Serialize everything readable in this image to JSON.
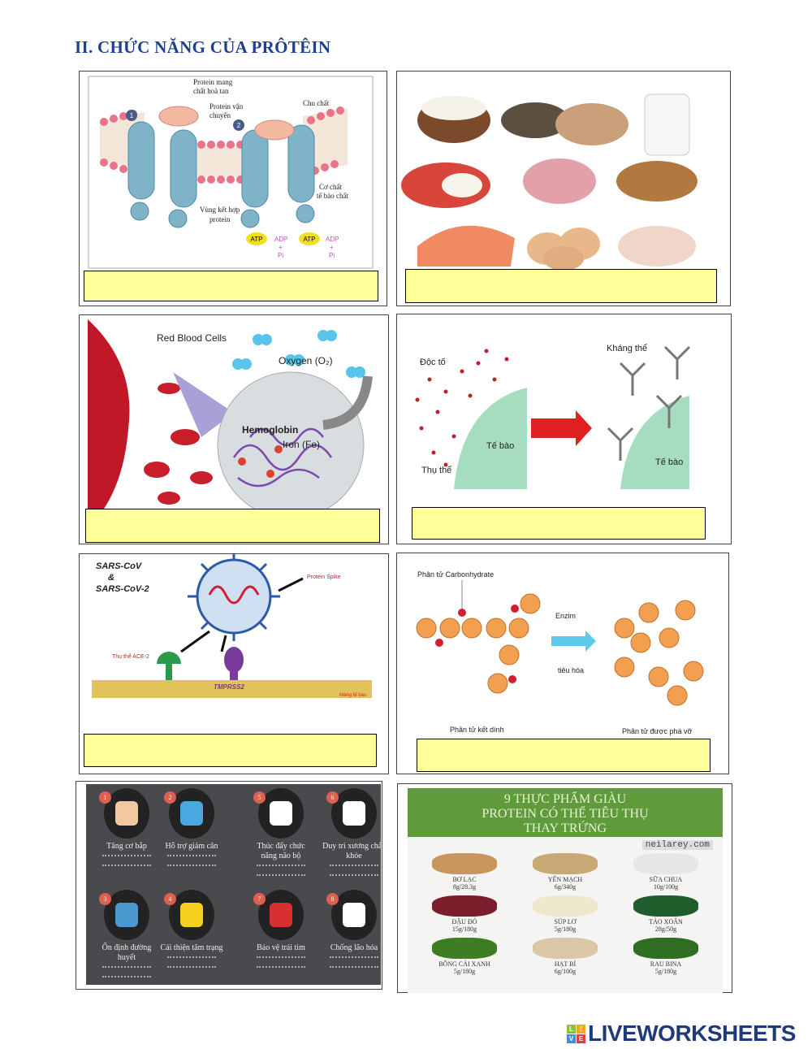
{
  "title": "II. CHỨC NĂNG CỦA PRÔTÊIN",
  "panels": {
    "membrane": {
      "label_soluble": "Protein mang",
      "label_soluble2": "chất hoà tan",
      "label_transport": "Protein vận",
      "label_transport2": "chuyển",
      "label_solute": "Chu chất",
      "label_substrate": "Cơ chất",
      "label_substrate2": "tế bào chất",
      "label_binding": "Vùng kết hợp",
      "label_binding2": "protein",
      "num1": "1",
      "num2": "2",
      "atp": "ATP",
      "adp": "ADP",
      "plus": "+",
      "pi": "Pi",
      "answer": ""
    },
    "foods": {
      "answer": ""
    },
    "blood": {
      "rbc": "Red Blood Cells",
      "oxygen": "Oxygen (O₂)",
      "hemoglobin": "Hemoglobin",
      "iron": "Iron (Fe)",
      "answer": ""
    },
    "antibody": {
      "toxin": "Độc tố",
      "antibody": "Kháng thể",
      "cell": "Tế bào",
      "receptor": "Thụ thể",
      "answer": ""
    },
    "virus": {
      "name1": "SARS-CoV",
      "amp": "&",
      "name2": "SARS-CoV-2",
      "spike": "Protein Spike",
      "ace2": "Thụ thể ACE-2",
      "tmprss2": "TMPRSS2",
      "membrane": "Màng tế bào",
      "answer": ""
    },
    "enzyme": {
      "carb": "Phân tử Carbonhydrate",
      "enzim": "Enzim",
      "digest": "tiêu hóa",
      "bound": "Phân tử kết dính",
      "broken": "Phân tử được phá vỡ",
      "answer": ""
    },
    "benefits": {
      "items": [
        {
          "num": "1",
          "title": "Tăng cơ bắp"
        },
        {
          "num": "2",
          "title": "Hỗ trợ giảm cân"
        },
        {
          "num": "5",
          "title": "Thúc đẩy chức năng não bộ"
        },
        {
          "num": "6",
          "title": "Duy trì xương chắc khỏe"
        },
        {
          "num": "3",
          "title": "Ổn định đường huyết"
        },
        {
          "num": "4",
          "title": "Cải thiện tâm trạng"
        },
        {
          "num": "7",
          "title": "Bảo vệ trái tim"
        },
        {
          "num": "8",
          "title": "Chống lão hóa"
        }
      ]
    },
    "eggfree": {
      "heading1": "9 THỰC PHẨM GIÀU",
      "heading2": "PROTEIN CÓ THỂ TIÊU THỤ",
      "heading3": "THAY TRỨNG",
      "site": "neilarey.com",
      "items": [
        {
          "name": "BƠ LẠC",
          "amount": "8g/28.3g",
          "color": "#c9955c"
        },
        {
          "name": "YẾN MẠCH",
          "amount": "6g/340g",
          "color": "#c8a874"
        },
        {
          "name": "SỮA CHUA",
          "amount": "10g/100g",
          "color": "#e6e6e6"
        },
        {
          "name": "ĐẬU ĐỎ",
          "amount": "15g/180g",
          "color": "#7a1e2c"
        },
        {
          "name": "SÚP LƠ",
          "amount": "5g/180g",
          "color": "#eee8cf"
        },
        {
          "name": "TẢO XOẮN",
          "amount": "28g/50g",
          "color": "#1f5e2c"
        },
        {
          "name": "BÔNG CẢI XANH",
          "amount": "5g/180g",
          "color": "#3e7d24"
        },
        {
          "name": "HẠT BÍ",
          "amount": "6g/100g",
          "color": "#d9c7a8"
        },
        {
          "name": "RAU BINA",
          "amount": "5g/180g",
          "color": "#2f6e23"
        }
      ]
    }
  },
  "footer": {
    "logo": "LIVEWORKSHEETS",
    "logo_squares": [
      "L",
      "I",
      "V",
      "E"
    ]
  }
}
